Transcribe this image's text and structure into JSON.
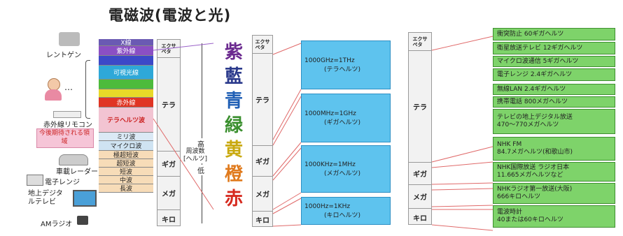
{
  "title": "電磁波(電波と光)",
  "left_labels": {
    "xray": "レントゲン",
    "remote": "赤外線リモコン",
    "expected": "今後期待される領域",
    "radar": "車載レーダー",
    "microwave_oven": "電子レンジ",
    "digital_tv": "地上デジタルテレビ",
    "am_radio": "AMラジオ"
  },
  "bands": [
    {
      "label": "X線",
      "color": "#6a5ab3"
    },
    {
      "label": "紫外線",
      "color": "#8b4fc4"
    },
    {
      "label": "",
      "color": "#3c49c8"
    },
    {
      "label": "可視光線",
      "color": "#2ea8d8"
    },
    {
      "label": "",
      "color": "#4dbb3c"
    },
    {
      "label": "",
      "color": "#e8d928"
    },
    {
      "label": "赤外線",
      "color": "#e03524"
    },
    {
      "label": "テラヘルツ波",
      "color": "#f2c4d2"
    },
    {
      "label": "ミリ波",
      "color": "#dbe9f5"
    },
    {
      "label": "マイクロ波",
      "color": "#cfe3f2"
    },
    {
      "label": "極超短波",
      "color": "#f7dcb8"
    },
    {
      "label": "超短波",
      "color": "#f7dcb8"
    },
    {
      "label": "短波",
      "color": "#f7dcb8"
    },
    {
      "label": "中波",
      "color": "#f7dcb8"
    },
    {
      "label": "長波",
      "color": "#f7dcb8"
    }
  ],
  "unit_col": {
    "exa": "エクサ\nペタ",
    "tera": "テラ",
    "giga": "ギガ",
    "mega": "メガ",
    "kilo": "キロ"
  },
  "freq_axis": {
    "high": "高",
    "label": "周波数\n[ヘルツ]",
    "low": "低"
  },
  "visible_colors": [
    {
      "char": "紫",
      "color": "#6b2a8f"
    },
    {
      "char": "藍",
      "color": "#2b3a8c"
    },
    {
      "char": "青",
      "color": "#1f5fb5"
    },
    {
      "char": "緑",
      "color": "#3a8f2e"
    },
    {
      "char": "黄",
      "color": "#c9a90f"
    },
    {
      "char": "橙",
      "color": "#e07a1c"
    },
    {
      "char": "赤",
      "color": "#d62a1f"
    }
  ],
  "blue_boxes": [
    {
      "line1": "1000GHz=1THz",
      "line2": "(テラヘルツ)"
    },
    {
      "line1": "1000MHz=1GHz",
      "line2": "(ギガヘルツ)"
    },
    {
      "line1": "1000KHz=1MHz",
      "line2": "(メガヘルツ)"
    },
    {
      "line1": "1000Hz=1KHz",
      "line2": "(キロヘルツ)"
    }
  ],
  "green_boxes": [
    {
      "line1": "衝突防止 60ギガヘルツ",
      "line2": ""
    },
    {
      "line1": "衛星放送テレビ 12ギガヘルツ",
      "line2": ""
    },
    {
      "line1": "マイクロ波通信 5ギガヘルツ",
      "line2": ""
    },
    {
      "line1": "電子レンジ 2.4ギガヘルツ",
      "line2": ""
    },
    {
      "line1": "無線LAN 2.4ギガヘルツ",
      "line2": ""
    },
    {
      "line1": "携帯電話 800メガヘルツ",
      "line2": ""
    },
    {
      "line1": "テレビの地上デジタル放送",
      "line2": "470〜770メガヘルツ"
    },
    {
      "line1": "NHK FM",
      "line2": "84.7メガヘルツ(和歌山市)"
    },
    {
      "line1": "NHK国際放送 ラジオ日本",
      "line2": "11.665メガヘルツなど"
    },
    {
      "line1": "NHKラジオ第一放送(大阪)",
      "line2": "666キロヘルツ"
    },
    {
      "line1": "電波時計",
      "line2": "40または60キロヘルツ"
    }
  ]
}
